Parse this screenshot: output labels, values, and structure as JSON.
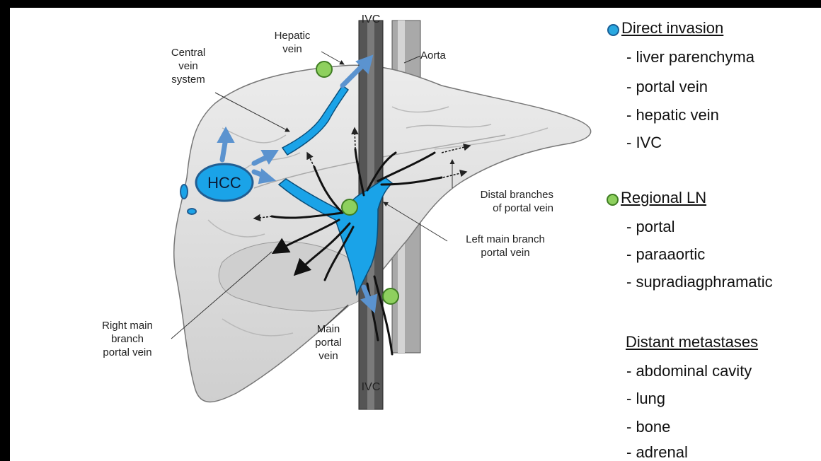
{
  "labels": {
    "ivc_top": "IVC",
    "ivc_bottom": "IVC",
    "hepatic_vein": "Hepatic\nvein",
    "aorta": "Aorta",
    "central_vein_system": "Central\nvein\nsystem",
    "hcc": "HCC",
    "distal_branches": "Distal branches\nof portal vein",
    "left_main_branch": "Left main branch\nportal vein",
    "right_main_branch": "Right main\nbranch\nportal vein",
    "main_portal_vein": "Main\nportal\nvein"
  },
  "legend": {
    "direct_invasion": {
      "title": "Direct invasion",
      "color": "#29a8e0",
      "items": [
        "- liver parenchyma",
        "- portal vein",
        "- hepatic vein",
        "- IVC"
      ]
    },
    "regional_ln": {
      "title": "Regional LN",
      "color": "#8ed05e",
      "items": [
        "- portal",
        "- paraaortic",
        "- supradiagphramatic"
      ]
    },
    "distant": {
      "title": "Distant metastases",
      "items": [
        "- abdominal cavity",
        "- lung",
        "- bone",
        "- adrenal"
      ]
    }
  },
  "colors": {
    "vessel_blue": "#1aa3e8",
    "arrow_blue": "#5b93cf",
    "lymph_node_green": "#8ed05e",
    "liver_gray": "#dcdcdc"
  }
}
